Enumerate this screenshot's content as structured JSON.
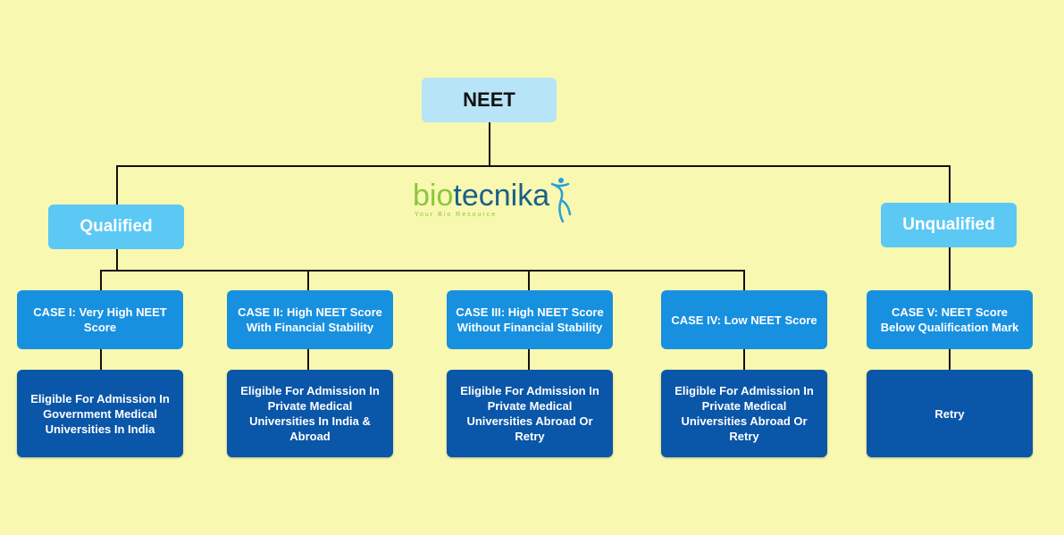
{
  "root": {
    "label": "NEET"
  },
  "branches": {
    "qualified": {
      "label": "Qualified"
    },
    "unqualified": {
      "label": "Unqualified"
    }
  },
  "cases": [
    {
      "title": "CASE I: Very High NEET Score",
      "outcome": "Eligible For Admission In Government Medical Universities In India"
    },
    {
      "title": "CASE II: High NEET Score With Financial Stability",
      "outcome": "Eligible For Admission In Private Medical Universities In India & Abroad"
    },
    {
      "title": "CASE III:  High NEET Score Without Financial Stability",
      "outcome": "Eligible For Admission In Private Medical Universities Abroad Or Retry"
    },
    {
      "title": "CASE IV: Low NEET Score",
      "outcome": "Eligible For Admission In Private Medical Universities Abroad Or Retry"
    },
    {
      "title": "CASE V: NEET Score Below Qualification Mark",
      "outcome": "Retry"
    }
  ],
  "logo": {
    "wordmark_part1": "bio",
    "wordmark_part2": "tecnika",
    "tagline": "Your Bio Resource",
    "colors": {
      "green": "#8dc63f",
      "blue": "#1a5f8a",
      "figure": "#2a9fd6"
    }
  },
  "colors": {
    "background": "#f8f8b0",
    "root": "#b8e4f8",
    "branch": "#5cc8f4",
    "case": "#1890e0",
    "outcome": "#0a56a8",
    "connector": "#111111"
  }
}
